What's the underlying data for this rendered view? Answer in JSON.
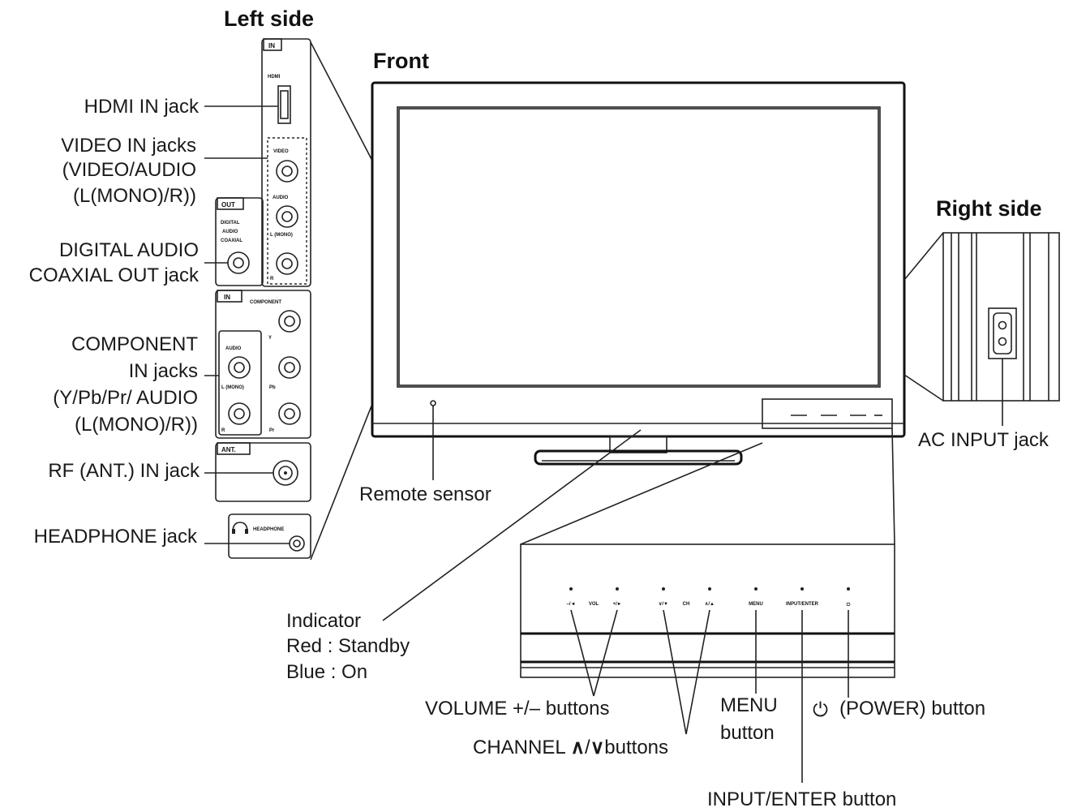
{
  "headings": {
    "left_side": "Left side",
    "front": "Front",
    "right_side": "Right side"
  },
  "left_labels": {
    "hdmi_in": "HDMI IN jack",
    "video_in_1": "VIDEO IN jacks",
    "video_in_2": "(VIDEO/AUDIO",
    "video_in_3": "(L(MONO)/R))",
    "digital_audio_1": "DIGITAL AUDIO",
    "digital_audio_2": "COAXIAL OUT jack",
    "component_1": "COMPONENT",
    "component_2": "IN jacks",
    "component_3": "(Y/Pb/Pr/ AUDIO",
    "component_4": "(L(MONO)/R))",
    "rf_in": "RF (ANT.) IN jack",
    "headphone": "HEADPHONE jack"
  },
  "panel_markings": {
    "in_tab": "IN",
    "hdmi": "HDMI",
    "video": "VIDEO",
    "audio": "AUDIO",
    "l_mono": "L (MONO)",
    "r": "R",
    "out_tab": "OUT",
    "digital_audio_coaxial": [
      "DIGITAL",
      "AUDIO",
      "COAXIAL"
    ],
    "component": "COMPONENT",
    "y": "Y",
    "pb": "Pb",
    "pr": "Pr",
    "ant": "ANT.",
    "headphone_marking": "HEADPHONE"
  },
  "front_labels": {
    "remote_sensor": "Remote sensor",
    "indicator_1": "Indicator",
    "indicator_2": "Red : Standby",
    "indicator_3": "Blue : On",
    "ac_input": "AC INPUT jack"
  },
  "button_labels": {
    "volume": "VOLUME +/– buttons",
    "channel_pre": "CHANNEL ",
    "channel_up": "∧",
    "channel_sep": "/",
    "channel_down": "∨",
    "channel_post": "buttons",
    "menu_1": "MENU",
    "menu_2": "button",
    "power_icon": "⏻",
    "power": "(POWER) button",
    "input_enter": "INPUT/ENTER button"
  },
  "control_panel_markings": {
    "vol_minus": "–/◄",
    "vol": "VOL",
    "vol_plus": "+/►",
    "ch_down": "∨/▼",
    "ch": "CH",
    "ch_up": "∧/▲",
    "menu": "MENU",
    "input_enter": "INPUT/ENTER",
    "power": "⏻"
  },
  "icons": [
    "power-icon",
    "hdmi-port-icon",
    "rca-jack-icon",
    "headphone-icon",
    "ac-socket-icon"
  ]
}
